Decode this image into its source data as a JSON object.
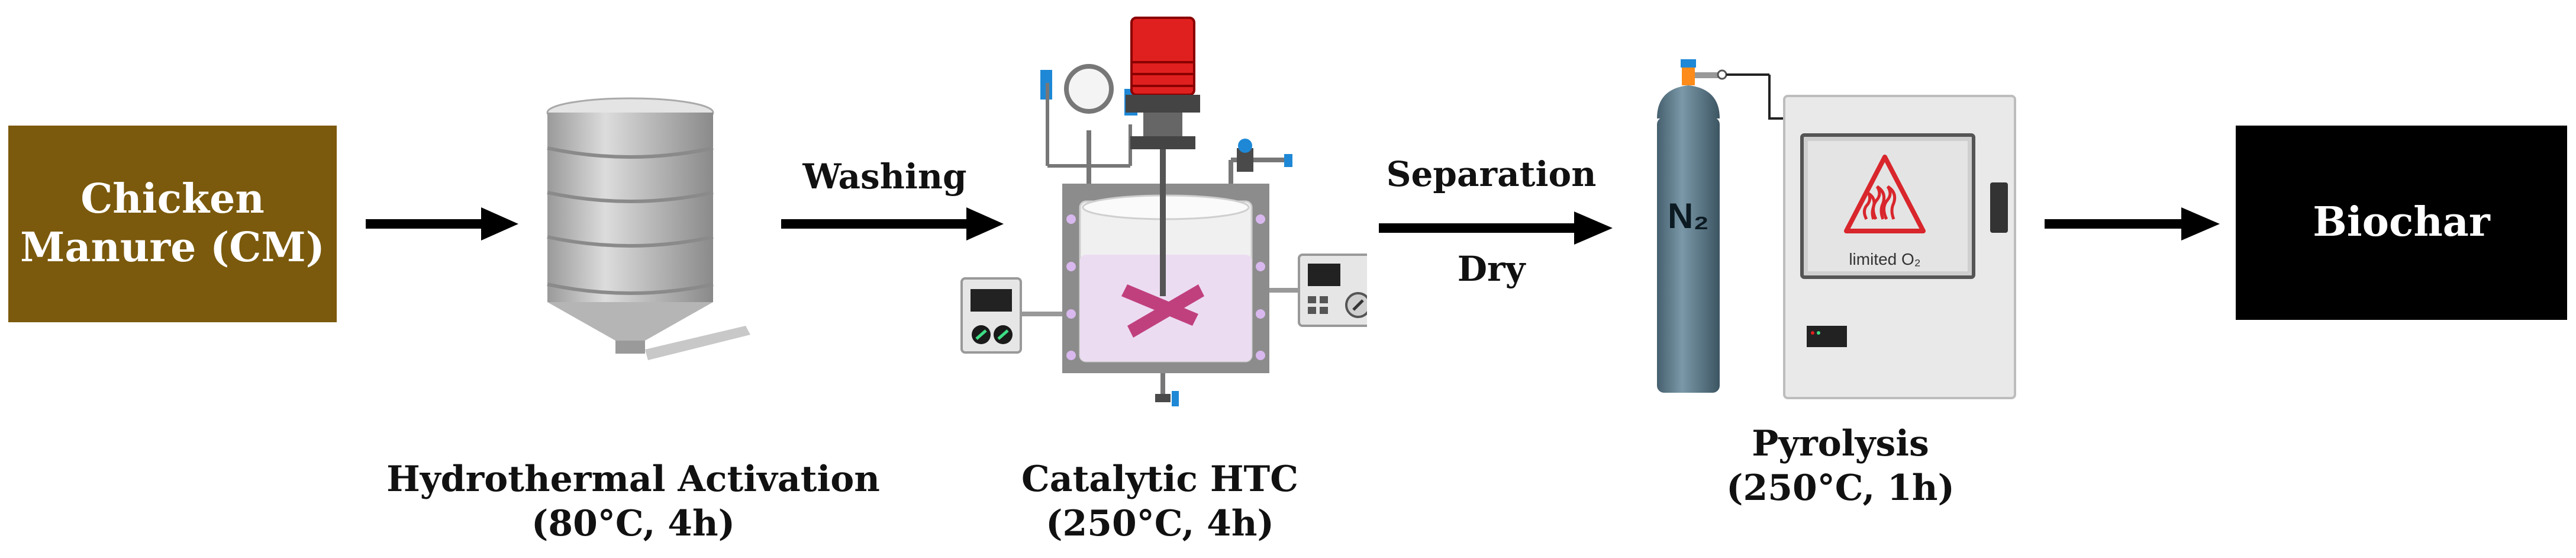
{
  "colors": {
    "start_box": "#7b5a0d",
    "end_box": "#000000",
    "arrow": "#000000",
    "stirrer": "#c0407e",
    "fire": "#d8262c",
    "cylinder": "#5f7e8f",
    "motor": "#e0201f"
  },
  "stages": {
    "start": {
      "line1": "Chicken",
      "line2": "Manure (CM)"
    },
    "activation": {
      "label": "Hydrothermal Activation",
      "conditions": "(80°C, 4h)"
    },
    "htc": {
      "label": "Catalytic HTC",
      "conditions": "(250°C, 4h)"
    },
    "pyrolysis": {
      "label": "Pyrolysis",
      "conditions": "(250°C, 1h)"
    },
    "end": {
      "label": "Biochar"
    }
  },
  "steps": {
    "washing": "Washing",
    "separation": "Separation",
    "dry": "Dry"
  },
  "furnace": {
    "gas": "N₂",
    "atmosphere": "limited O₂"
  },
  "icons": [
    "tank-icon",
    "reactor-icon",
    "gas-cylinder-icon",
    "furnace-icon",
    "flame-warning-icon"
  ]
}
